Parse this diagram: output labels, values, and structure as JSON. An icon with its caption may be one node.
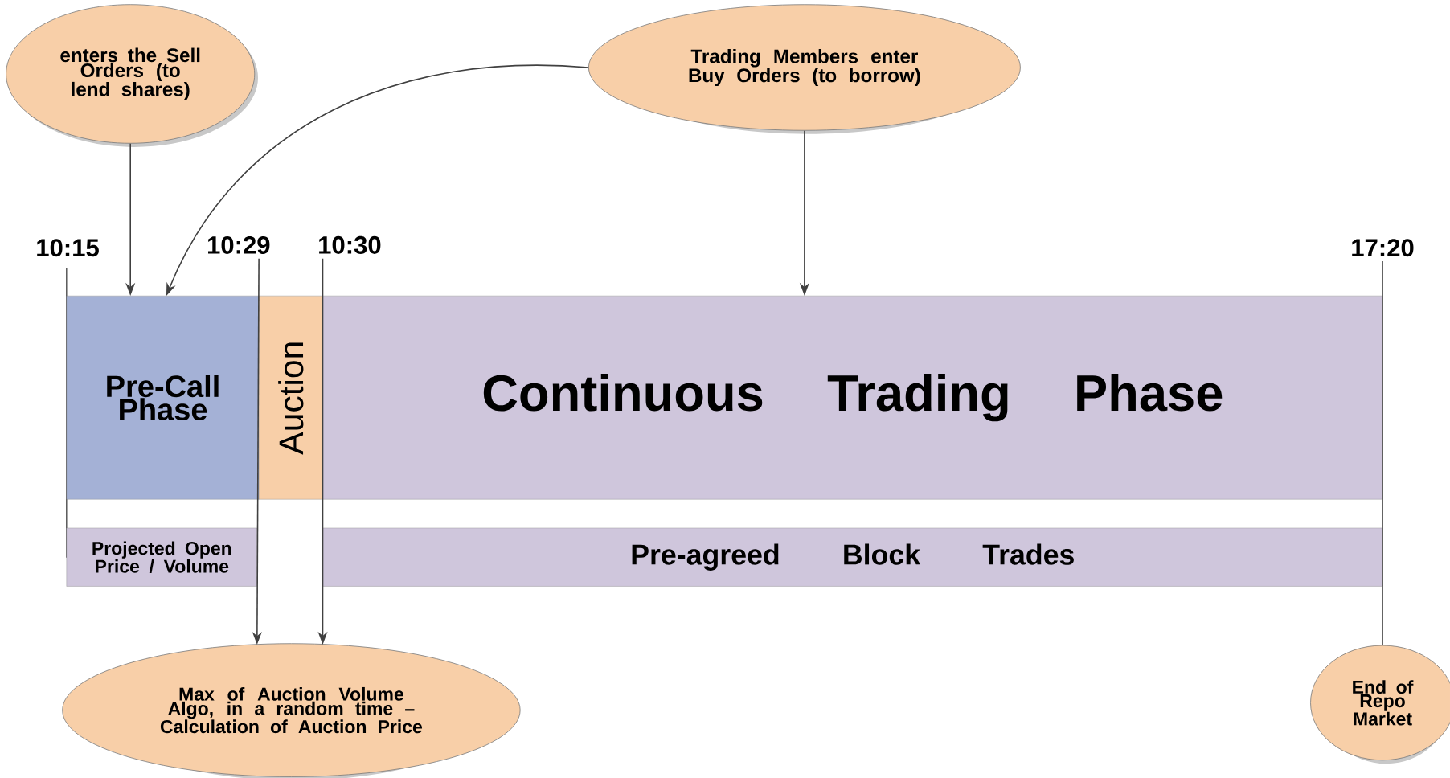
{
  "diagram": {
    "nodes": [
      {
        "text": [
          "enters the Sell Orders (to lend shares)"
        ]
      },
      {
        "text": [
          "Trading Members enter Buy Orders (to borrow)"
        ]
      },
      {
        "text": [
          "Pre-Call Phase"
        ]
      },
      {
        "text": [
          "Auction"
        ]
      },
      {
        "text": [
          "Continuous Trading Phase"
        ]
      },
      {
        "text": [
          "Projected Open Price / Volume"
        ]
      },
      {
        "text": [
          "Pre-agreed Block Trades"
        ]
      },
      {
        "text": [
          "Max of Auction Volume Algo, in a random time – Calculation of Auction Price"
        ]
      },
      {
        "text": [
          "End of Repo Market"
        ]
      },
      {
        "text": [
          "10:29"
        ]
      },
      {
        "text": [
          "10:30"
        ]
      },
      {
        "text": [
          "17:20"
        ]
      }
    ],
    "edges": [
      {
        "from": 0,
        "to": 2,
        "arrow": "to"
      },
      {
        "from": 1,
        "to": 2,
        "arrow": "to"
      },
      {
        "from": 1,
        "to": 4,
        "arrow": "to"
      },
      {
        "from": 9,
        "to": 7,
        "arrow": "to"
      },
      {
        "from": 10,
        "to": 7,
        "arrow": "to"
      },
      {
        "from": 11,
        "to": 8,
        "arrow": "none"
      }
    ],
    "labels": [
      "10:15"
    ]
  }
}
